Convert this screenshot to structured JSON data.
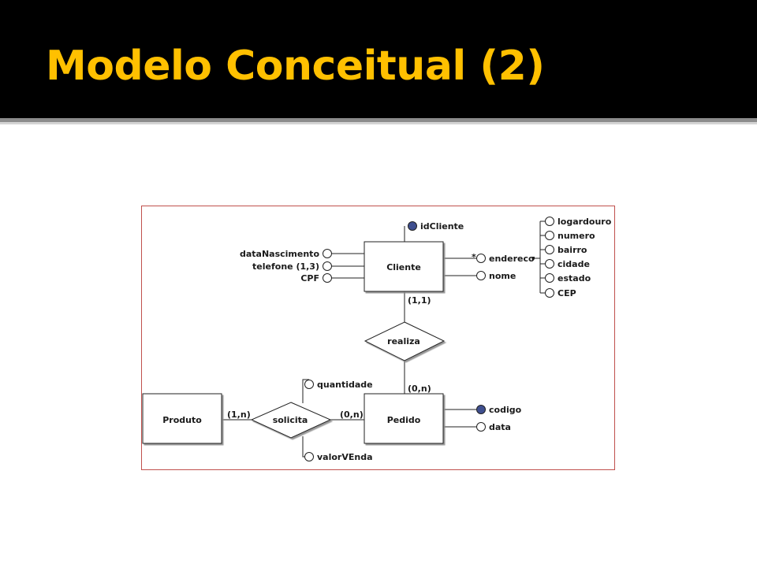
{
  "slide": {
    "title": "Modelo Conceitual (2)"
  },
  "diagram": {
    "entities": {
      "cliente": "Cliente",
      "pedido": "Pedido",
      "produto": "Produto"
    },
    "relationships": {
      "realiza": "realiza",
      "solicita": "solicita"
    },
    "attributes": {
      "id_cliente": "idCliente",
      "data_nascimento": "dataNascimento",
      "telefone": "telefone (1,3)",
      "cpf": "CPF",
      "endereco": "endereco",
      "endereco_multivalued_mark": "*",
      "nome": "nome",
      "logardouro": "logardouro",
      "numero": "numero",
      "bairro": "bairro",
      "cidade": "cidade",
      "estado": "estado",
      "cep": "CEP",
      "quantidade": "quantidade",
      "valor_venda": "valorVEnda",
      "codigo": "codigo",
      "data": "data"
    },
    "cardinalities": {
      "cliente_realiza": "(1,1)",
      "pedido_realiza": "(0,n)",
      "produto_solicita": "(1,n)",
      "pedido_solicita": "(0,n)"
    }
  }
}
